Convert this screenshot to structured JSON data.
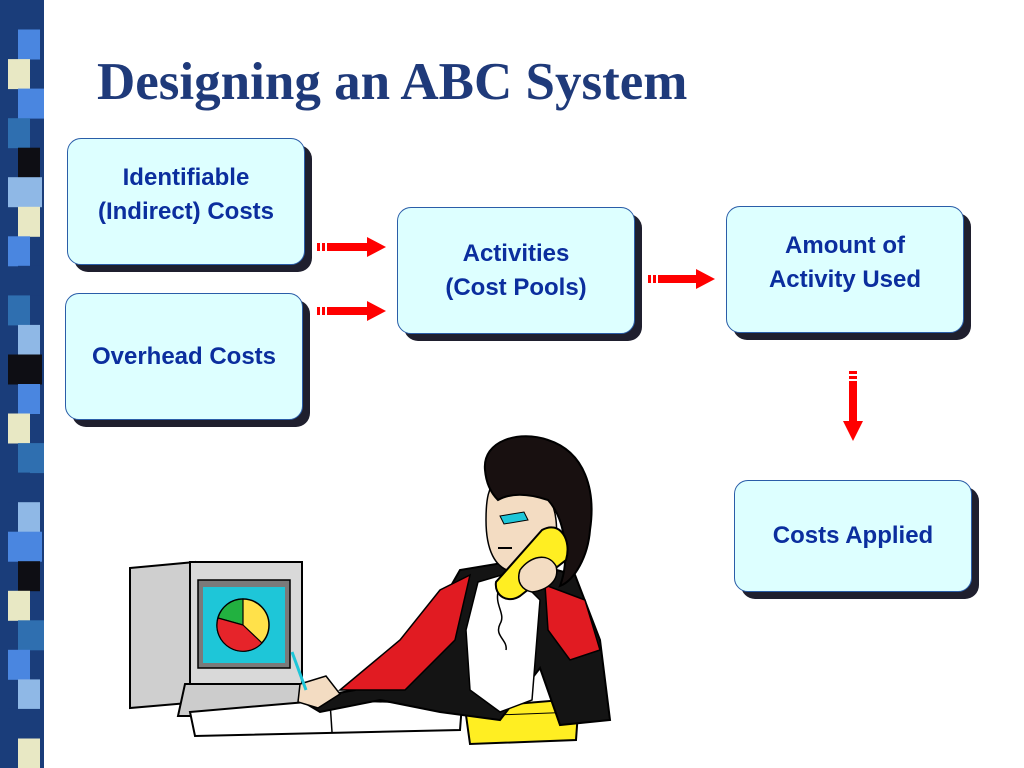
{
  "slide": {
    "title": "Designing an ABC System"
  },
  "boxes": {
    "identifiable_line1": "Identifiable",
    "identifiable_line2": "(Indirect) Costs",
    "overhead": "Overhead Costs",
    "activities_line1": "Activities",
    "activities_line2": "(Cost Pools)",
    "amount_line1": "Amount of",
    "amount_line2": "Activity Used",
    "applied": "Costs Applied"
  },
  "colors": {
    "title": "#1f3a7a",
    "box_fill": "#ddffff",
    "box_text": "#0b2e9e",
    "box_shadow": "#1f1f2e",
    "arrow": "#ff0000",
    "strip": [
      "#1a3d7a",
      "#4a86e0",
      "#e8e8c4",
      "#2f6fb0",
      "#0e0e14",
      "#8fb8e6"
    ]
  },
  "clipart": {
    "subject": "person-on-phone-at-computer-with-pie-chart"
  }
}
